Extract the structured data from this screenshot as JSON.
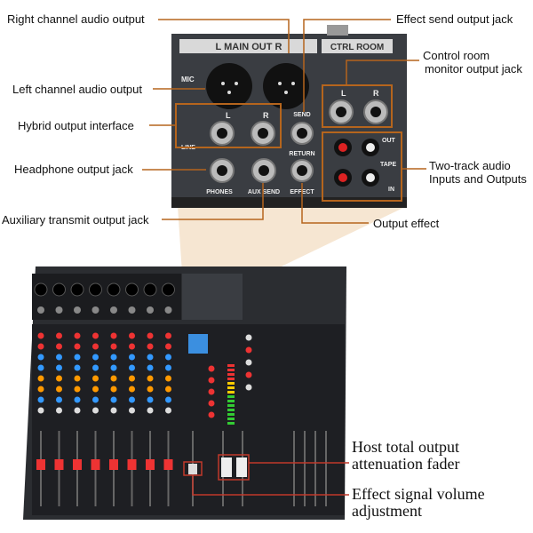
{
  "callouts": {
    "right_channel": "Right channel audio output",
    "left_channel": "Left channel audio output",
    "hybrid": "Hybrid output interface",
    "headphone": "Headphone output jack",
    "aux": "Auxiliary transmit output jack",
    "effect_send": "Effect send output jack",
    "control_room_1": "Control room",
    "control_room_2": "monitor output jack",
    "two_track_1": "Two-track audio",
    "two_track_2": "Inputs and Outputs",
    "output_effect": "Output effect",
    "host_fader_1": "Host total output",
    "host_fader_2": "attenuation fader",
    "effect_volume_1": "Effect signal volume",
    "effect_volume_2": "adjustment"
  },
  "panel": {
    "main_out": "L MAIN OUT R",
    "ctrl_room": "CTRL ROOM",
    "mic": "MIC",
    "line": "LINE",
    "l": "L",
    "r": "R",
    "send": "SEND",
    "return": "RETURN",
    "phones": "PHONES",
    "aux_send": "AUX SEND",
    "effect": "EFFECT",
    "out": "OUT",
    "tape": "TAPE",
    "in": "IN"
  },
  "colors": {
    "callout_line": "#b5651d",
    "highlight": "#c0392b",
    "panel": "#3a3d42"
  }
}
